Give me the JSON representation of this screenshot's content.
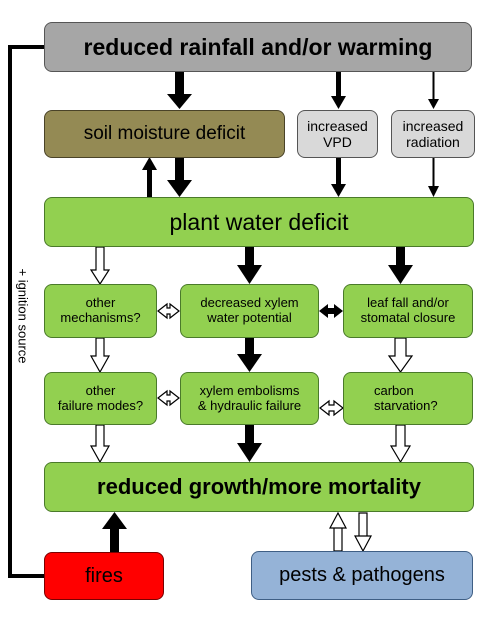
{
  "nodes": {
    "rainfall": "reduced rainfall and/or warming",
    "soil": "soil moisture deficit",
    "vpd_line1": "increased",
    "vpd_line2": "VPD",
    "radiation_line1": "increased",
    "radiation_line2": "radiation",
    "plant_water": "plant water deficit",
    "other_mech_line1": "other",
    "other_mech_line2": "mechanisms?",
    "xylem_wp_line1": "decreased xylem",
    "xylem_wp_line2": "water potential",
    "leaf_fall_line1": "leaf fall and/or",
    "leaf_fall_line2": "stomatal closure",
    "other_fail_line1": "other",
    "other_fail_line2": "failure modes?",
    "embolism_line1": "xylem embolisms",
    "embolism_line2": "& hydraulic failure",
    "carbon_line1": "carbon",
    "carbon_line2": "starvation?",
    "mortality": "reduced growth/more mortality",
    "fires": "fires",
    "pests": "pests & pathogens"
  },
  "side_label": "+ ignition source",
  "colors": {
    "green": "#92d050",
    "gray": "#a6a6a6",
    "light_gray": "#d9d9d9",
    "brown": "#948a54",
    "red": "#ff0000",
    "blue": "#95b3d7"
  }
}
